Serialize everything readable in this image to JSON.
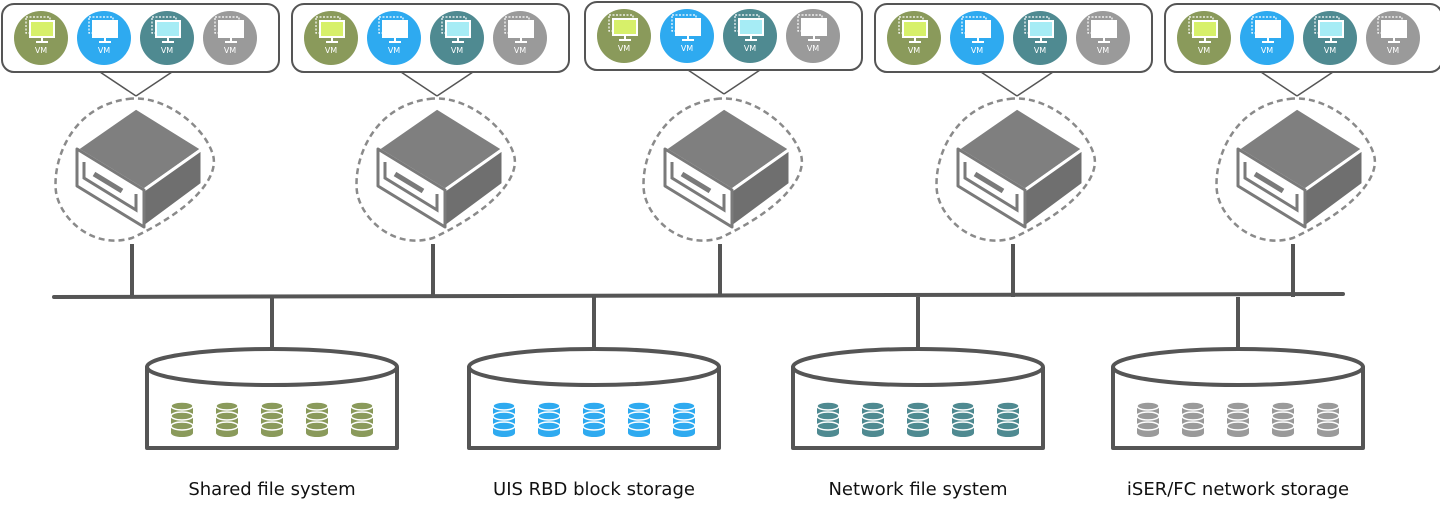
{
  "colors": {
    "line": "#555555",
    "vm_green": "#8a9a5b",
    "vm_blue": "#2eaaf0",
    "vm_teal": "#4f8a91",
    "vm_gray": "#9a9a9a",
    "monitor_green": "#d7f06a",
    "monitor_teal": "#a6ecf5",
    "server_body": "#7a7a7a",
    "dashed": "#8a8a8a"
  },
  "vm_groups": [
    {
      "vms": [
        {
          "label": "VM",
          "kind": "green"
        },
        {
          "label": "VM",
          "kind": "blue"
        },
        {
          "label": "VM",
          "kind": "teal"
        },
        {
          "label": "VM",
          "kind": "gray"
        }
      ]
    },
    {
      "vms": [
        {
          "label": "VM",
          "kind": "green"
        },
        {
          "label": "VM",
          "kind": "blue"
        },
        {
          "label": "VM",
          "kind": "teal"
        },
        {
          "label": "VM",
          "kind": "gray"
        }
      ]
    },
    {
      "vms": [
        {
          "label": "VM",
          "kind": "green"
        },
        {
          "label": "VM",
          "kind": "blue"
        },
        {
          "label": "VM",
          "kind": "teal"
        },
        {
          "label": "VM",
          "kind": "gray"
        }
      ]
    },
    {
      "vms": [
        {
          "label": "VM",
          "kind": "green"
        },
        {
          "label": "VM",
          "kind": "blue"
        },
        {
          "label": "VM",
          "kind": "teal"
        },
        {
          "label": "VM",
          "kind": "gray"
        }
      ]
    },
    {
      "vms": [
        {
          "label": "VM",
          "kind": "green"
        },
        {
          "label": "VM",
          "kind": "blue"
        },
        {
          "label": "VM",
          "kind": "teal"
        },
        {
          "label": "VM",
          "kind": "gray"
        }
      ]
    }
  ],
  "storages": [
    {
      "label": "Shared file system",
      "disk_color": "#8a9a5b",
      "disks": 5
    },
    {
      "label": "UIS RBD block storage",
      "disk_color": "#2eaaf0",
      "disks": 5
    },
    {
      "label": "Network file system",
      "disk_color": "#4f8a91",
      "disks": 5
    },
    {
      "label": "iSER/FC network storage",
      "disk_color": "#9a9a9a",
      "disks": 5
    }
  ]
}
